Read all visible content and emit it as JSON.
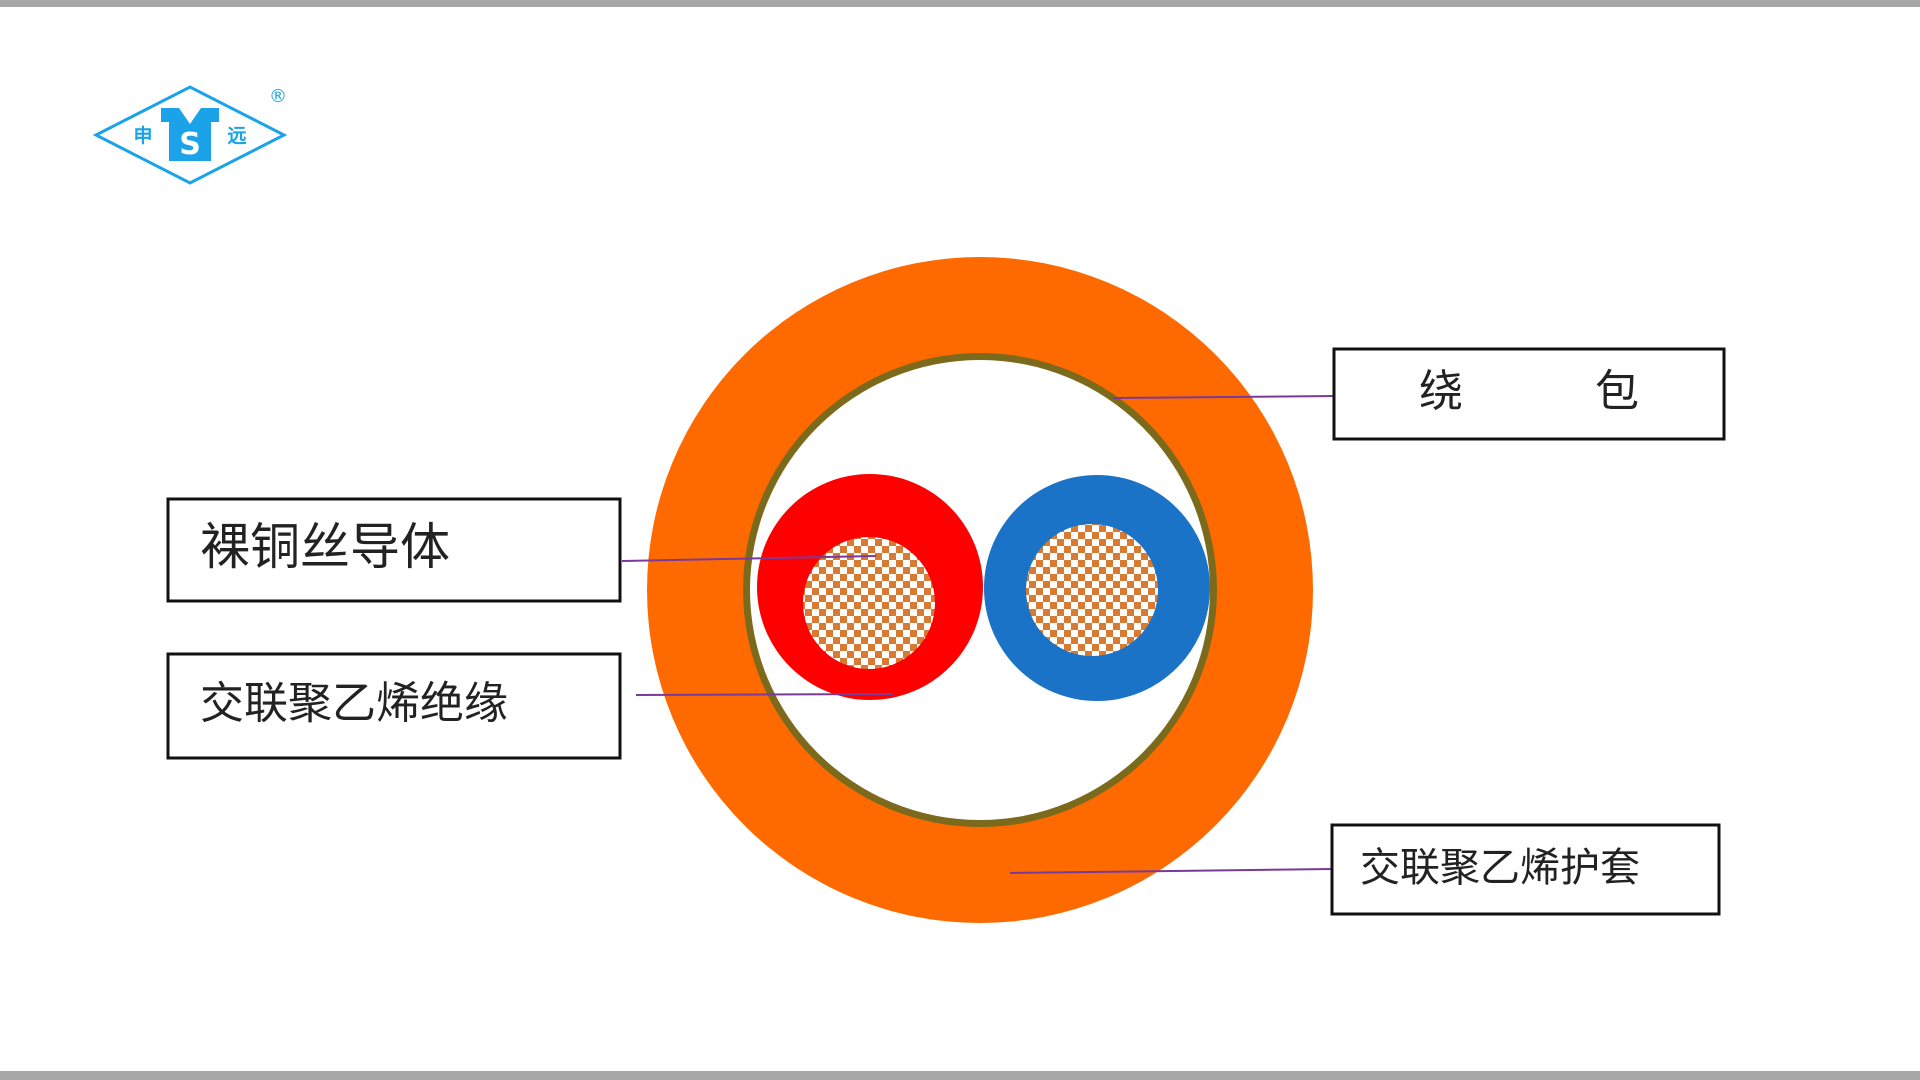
{
  "logo": {
    "left_char": "申",
    "right_char": "远",
    "center_letter": "S",
    "registered_mark": "®",
    "color": "#1aa3e8",
    "letter_color": "#ffffff"
  },
  "labels": {
    "wrap": "绕　　　包",
    "conductor": "裸铜丝导体",
    "insulation": "交联聚乙烯绝缘",
    "sheath": "交联聚乙烯护套"
  },
  "colors": {
    "sheath": "#ff6a00",
    "wrap_ring": "#7b6a1c",
    "inner_fill": "#ffffff",
    "insulation_red": "#ff0000",
    "insulation_blue": "#1a73c6",
    "copper_checker": "#d97a33",
    "leader_line": "#7a3a9a",
    "frame_bar": "#a6a6a6"
  }
}
